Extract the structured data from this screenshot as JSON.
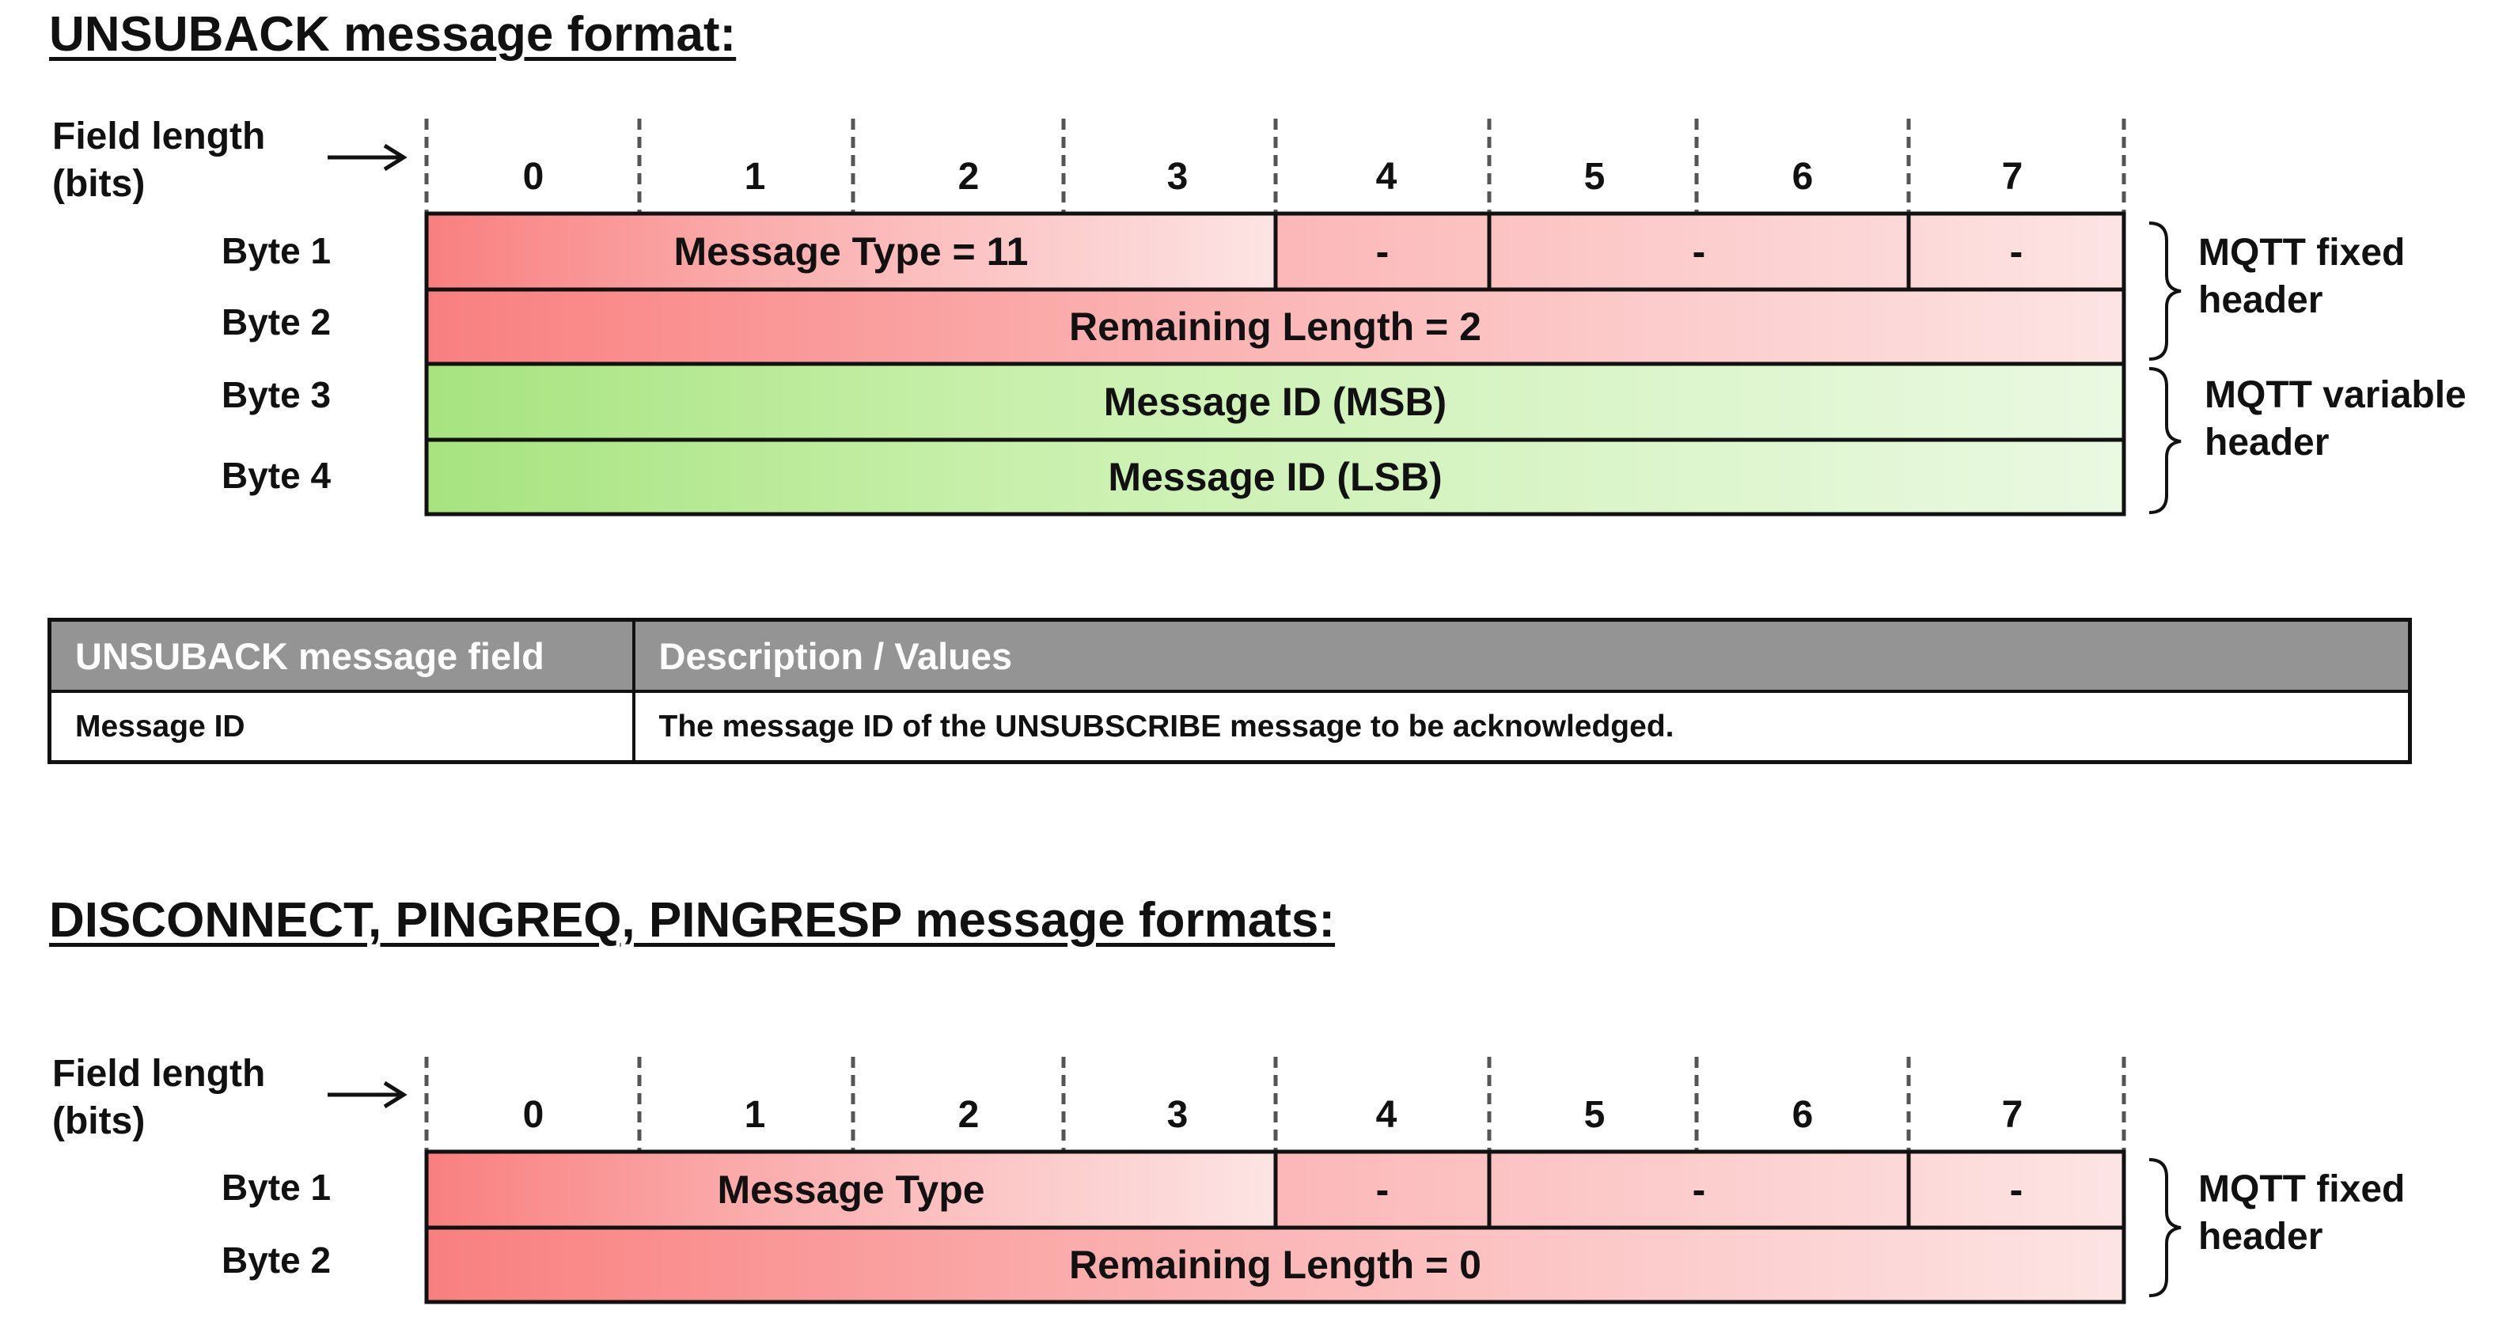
{
  "diagrams": [
    {
      "title": "UNSUBACK message format:",
      "field_length_label": [
        "Field length",
        "(bits)"
      ],
      "bits": [
        "0",
        "1",
        "2",
        "3",
        "4",
        "5",
        "6",
        "7"
      ],
      "bytes": [
        {
          "label": "Byte 1",
          "fields": [
            {
              "text": "Message Type = 11",
              "color": "red"
            },
            {
              "text": "-",
              "color": "red"
            },
            {
              "text": "-",
              "color": "red"
            },
            {
              "text": "-",
              "color": "red"
            }
          ]
        },
        {
          "label": "Byte 2",
          "fields": [
            {
              "text": "Remaining Length = 2",
              "color": "red"
            }
          ]
        },
        {
          "label": "Byte 3",
          "fields": [
            {
              "text": "Message ID (MSB)",
              "color": "green"
            }
          ]
        },
        {
          "label": "Byte 4",
          "fields": [
            {
              "text": "Message ID (LSB)",
              "color": "green"
            }
          ]
        }
      ],
      "groups": [
        {
          "lines": [
            "MQTT fixed",
            "header"
          ]
        },
        {
          "lines": [
            "MQTT variable",
            "header"
          ]
        }
      ]
    },
    {
      "title": "DISCONNECT, PINGREQ, PINGRESP message formats:",
      "field_length_label": [
        "Field length",
        "(bits)"
      ],
      "bits": [
        "0",
        "1",
        "2",
        "3",
        "4",
        "5",
        "6",
        "7"
      ],
      "bytes": [
        {
          "label": "Byte 1",
          "fields": [
            {
              "text": "Message Type",
              "color": "red"
            },
            {
              "text": "-",
              "color": "red"
            },
            {
              "text": "-",
              "color": "red"
            },
            {
              "text": "-",
              "color": "red"
            }
          ]
        },
        {
          "label": "Byte 2",
          "fields": [
            {
              "text": "Remaining Length = 0",
              "color": "red"
            }
          ]
        }
      ],
      "groups": [
        {
          "lines": [
            "MQTT fixed",
            "header"
          ]
        }
      ]
    }
  ],
  "field_table": {
    "headers": [
      "UNSUBACK message field",
      "Description / Values"
    ],
    "rows": [
      [
        "Message ID",
        "The message ID of the UNSUBSCRIBE message to be acknowledged."
      ]
    ]
  },
  "colors": {
    "red": "#f97f7f",
    "green": "#a7e37f",
    "table_header": "#949494"
  }
}
